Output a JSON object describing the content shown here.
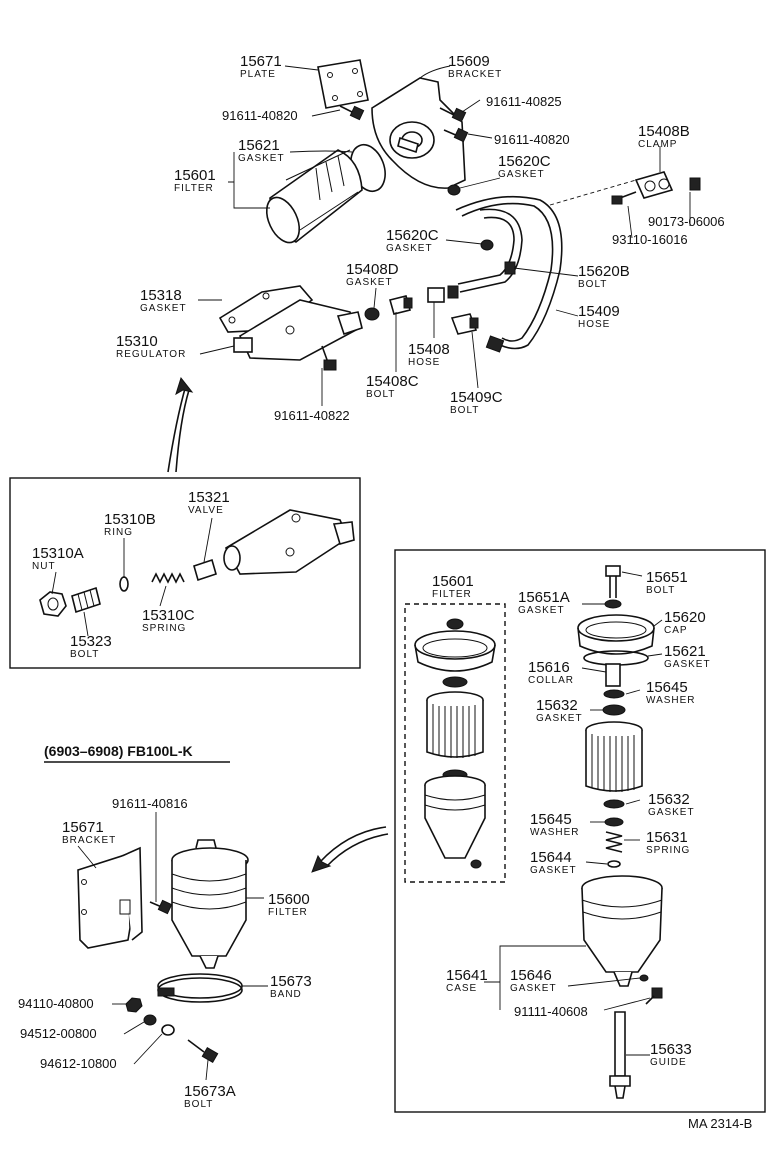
{
  "header": {
    "text": "(6903–6908) FB100L-K"
  },
  "drawing_code": "MA  2314-B",
  "callouts": [
    {
      "id": "15671-plate",
      "number": "15671",
      "name": "PLATE"
    },
    {
      "id": "15609",
      "number": "15609",
      "name": "BRACKET"
    },
    {
      "id": "91611-40820-a",
      "number": "91611-40820",
      "name": ""
    },
    {
      "id": "91611-40825",
      "number": "91611-40825",
      "name": ""
    },
    {
      "id": "91611-40820-b",
      "number": "91611-40820",
      "name": ""
    },
    {
      "id": "15621-top",
      "number": "15621",
      "name": "GASKET"
    },
    {
      "id": "15601-top",
      "number": "15601",
      "name": "FILTER"
    },
    {
      "id": "15408b",
      "number": "15408B",
      "name": "CLAMP"
    },
    {
      "id": "15620c-a",
      "number": "15620C",
      "name": "GASKET"
    },
    {
      "id": "90173-06006",
      "number": "90173-06006",
      "name": ""
    },
    {
      "id": "93110-16016",
      "number": "93110-16016",
      "name": ""
    },
    {
      "id": "15620c-b",
      "number": "15620C",
      "name": "GASKET"
    },
    {
      "id": "15620b",
      "number": "15620B",
      "name": "BOLT"
    },
    {
      "id": "15408d",
      "number": "15408D",
      "name": "GASKET"
    },
    {
      "id": "15318",
      "number": "15318",
      "name": "GASKET"
    },
    {
      "id": "15409",
      "number": "15409",
      "name": "HOSE"
    },
    {
      "id": "15310",
      "number": "15310",
      "name": "REGULATOR"
    },
    {
      "id": "15408",
      "number": "15408",
      "name": "HOSE"
    },
    {
      "id": "15408c",
      "number": "15408C",
      "name": "BOLT"
    },
    {
      "id": "15409c",
      "number": "15409C",
      "name": "BOLT"
    },
    {
      "id": "91611-40822",
      "number": "91611-40822",
      "name": ""
    },
    {
      "id": "15321",
      "number": "15321",
      "name": "VALVE"
    },
    {
      "id": "15310b",
      "number": "15310B",
      "name": "RING"
    },
    {
      "id": "15310a",
      "number": "15310A",
      "name": "NUT"
    },
    {
      "id": "15310c",
      "number": "15310C",
      "name": "SPRING"
    },
    {
      "id": "15323",
      "number": "15323",
      "name": "BOLT"
    },
    {
      "id": "15601-kit",
      "number": "15601",
      "name": "FILTER"
    },
    {
      "id": "15651a",
      "number": "15651A",
      "name": "GASKET"
    },
    {
      "id": "15651",
      "number": "15651",
      "name": "BOLT"
    },
    {
      "id": "15620",
      "number": "15620",
      "name": "CAP"
    },
    {
      "id": "15621-kit",
      "number": "15621",
      "name": "GASKET"
    },
    {
      "id": "15616",
      "number": "15616",
      "name": "COLLAR"
    },
    {
      "id": "15645-a",
      "number": "15645",
      "name": "WASHER"
    },
    {
      "id": "15632-a",
      "number": "15632",
      "name": "GASKET"
    },
    {
      "id": "15632-b",
      "number": "15632",
      "name": "GASKET"
    },
    {
      "id": "15645-b",
      "number": "15645",
      "name": "WASHER"
    },
    {
      "id": "15631",
      "number": "15631",
      "name": "SPRING"
    },
    {
      "id": "15644",
      "number": "15644",
      "name": "GASKET"
    },
    {
      "id": "15641",
      "number": "15641",
      "name": "CASE"
    },
    {
      "id": "15646",
      "number": "15646",
      "name": "GASKET"
    },
    {
      "id": "91111-40608",
      "number": "91111-40608",
      "name": ""
    },
    {
      "id": "15633",
      "number": "15633",
      "name": "GUIDE"
    },
    {
      "id": "91611-40816",
      "number": "91611-40816",
      "name": ""
    },
    {
      "id": "15671-bracket",
      "number": "15671",
      "name": "BRACKET"
    },
    {
      "id": "15600",
      "number": "15600",
      "name": "FILTER"
    },
    {
      "id": "15673",
      "number": "15673",
      "name": "BAND"
    },
    {
      "id": "94110-40800",
      "number": "94110-40800",
      "name": ""
    },
    {
      "id": "94512-00800",
      "number": "94512-00800",
      "name": ""
    },
    {
      "id": "94612-10800",
      "number": "94612-10800",
      "name": ""
    },
    {
      "id": "15673a",
      "number": "15673A",
      "name": "BOLT"
    }
  ]
}
